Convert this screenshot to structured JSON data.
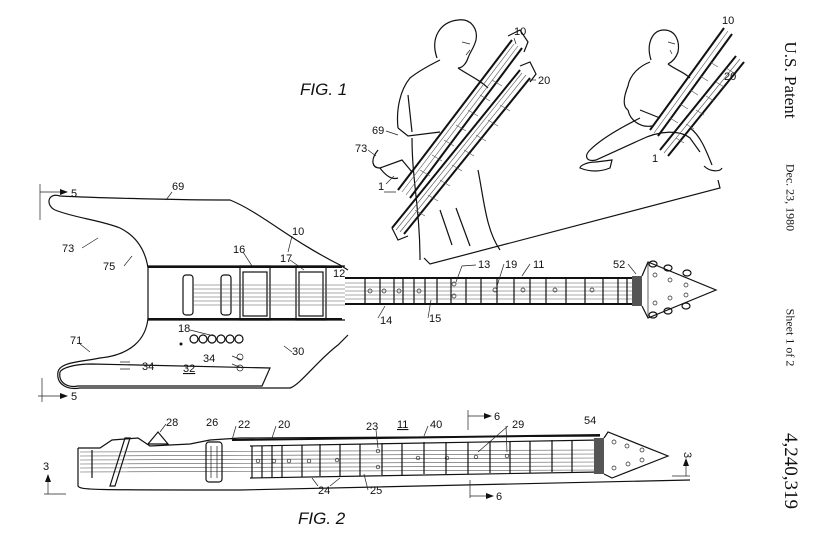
{
  "header": {
    "title": "U.S. Patent",
    "date": "Dec. 23, 1980",
    "sheet": "Sheet 1 of 2",
    "patent_number": "4,240,319"
  },
  "figures": {
    "fig1_label": "FIG. 1",
    "fig2_label": "FIG. 2"
  },
  "fig1_refs": {
    "guitar_upper": "10",
    "guitar_lower": "20",
    "body_top": "69",
    "horn": "73",
    "strap": "1",
    "guitar_upper_right": "10",
    "guitar_lower_right": "20",
    "strap_right": "1"
  },
  "top_view_refs": {
    "body_edge": "69",
    "horn_arrow": "73",
    "horn_edge": "75",
    "neck_main": "10",
    "pickup_a": "16",
    "pickup_b": "17",
    "nut": "12",
    "fret_marker_a": "13",
    "fret_marker_b": "19",
    "fretboard": "11",
    "fret": "14",
    "string": "15",
    "headstock_nut": "52",
    "knobs": "18",
    "lower_horn": "71",
    "jack_left": "34",
    "jack_right": "34",
    "pickguard": "32",
    "body_lower_edge": "30",
    "section_top": "5",
    "section_bottom": "5"
  },
  "fig2_refs": {
    "bridge_part": "28",
    "pickup": "26",
    "neck_joint": "22",
    "neck": "20",
    "marker": "23",
    "fretboard": "11",
    "neck_edge": "40",
    "marker_b": "29",
    "headstock_nut": "54",
    "frets": "24",
    "string": "25",
    "section_a": "6",
    "section_b": "6",
    "view_left": "3",
    "view_right": "3"
  }
}
